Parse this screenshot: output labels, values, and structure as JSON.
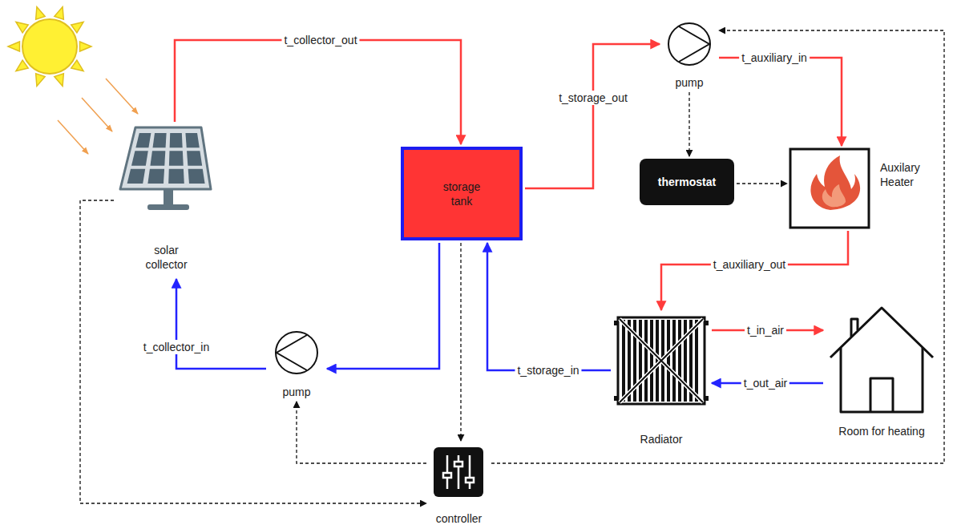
{
  "diagram": {
    "nodes": [
      {
        "text": [
          "solar collector"
        ]
      },
      {
        "text": [
          "storage tank"
        ]
      },
      {
        "text": [
          "pump"
        ]
      },
      {
        "text": [
          "thermostat"
        ]
      },
      {
        "text": [
          "Auxilary Heater"
        ]
      },
      {
        "text": [
          "pump"
        ]
      },
      {
        "text": [
          "Radiator"
        ]
      },
      {
        "text": [
          "Room for heating"
        ]
      },
      {
        "text": [
          "controller"
        ]
      }
    ],
    "edges": [
      {
        "from": 0,
        "to": 1,
        "label": "t_collector_out",
        "arrow": "to"
      },
      {
        "from": 1,
        "to": 2,
        "label": "t_storage_out",
        "arrow": "to"
      },
      {
        "from": 2,
        "to": 4,
        "label": "t_auxiliary_in",
        "arrow": "to"
      },
      {
        "from": 4,
        "to": 6,
        "label": "t_auxiliary_out",
        "arrow": "to"
      },
      {
        "from": 6,
        "to": 7,
        "label": "t_in_air",
        "arrow": "to"
      },
      {
        "from": 7,
        "to": 6,
        "label": "t_out_air",
        "arrow": "to"
      },
      {
        "from": 6,
        "to": 1,
        "label": "t_storage_in",
        "arrow": "to"
      },
      {
        "from": 1,
        "to": 5,
        "arrow": "to"
      },
      {
        "from": 5,
        "to": 0,
        "label": "t_collector_in",
        "arrow": "to"
      },
      {
        "from": 2,
        "to": 3,
        "arrow": "to"
      },
      {
        "from": 3,
        "to": 4,
        "arrow": "to"
      },
      {
        "from": 1,
        "to": 8,
        "arrow": "to"
      },
      {
        "from": 0,
        "to": 8,
        "arrow": "to"
      },
      {
        "from": 8,
        "to": 5,
        "arrow": "to"
      },
      {
        "from": 8,
        "to": 2,
        "arrow": "to"
      }
    ]
  }
}
